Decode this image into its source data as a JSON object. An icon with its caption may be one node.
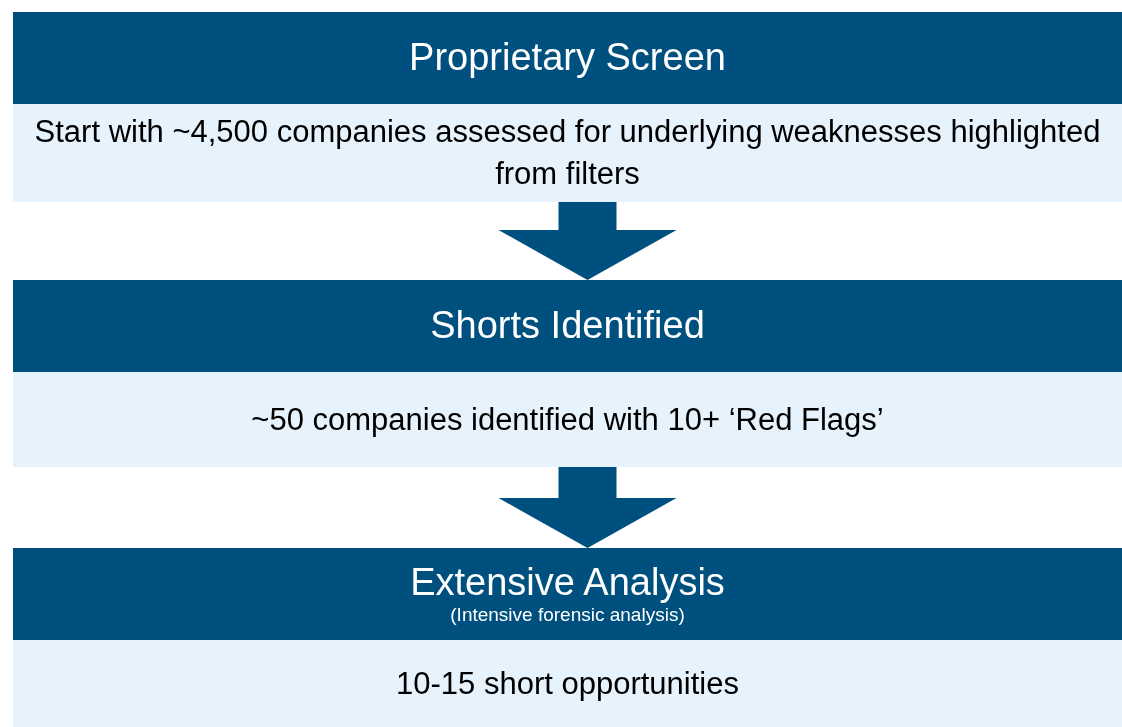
{
  "diagram": {
    "nodes": [
      {
        "text": [
          "Proprietary Screen"
        ]
      },
      {
        "text": [
          "Start with ~4,500 companies assessed for underlying weaknesses highlighted from filters"
        ]
      },
      {
        "text": [
          "Shorts Identified"
        ]
      },
      {
        "text": [
          "~50 companies identified with 10+ ‘Red Flags’"
        ]
      },
      {
        "text": [
          "Extensive Analysis",
          "(Intensive forensic analysis)"
        ]
      },
      {
        "text": [
          "10-15 short opportunities"
        ]
      }
    ],
    "edges": [
      {
        "from": 1,
        "to": 2,
        "arrow": "to",
        "style": "thick"
      },
      {
        "from": 3,
        "to": 4,
        "arrow": "to",
        "style": "thick"
      }
    ]
  }
}
